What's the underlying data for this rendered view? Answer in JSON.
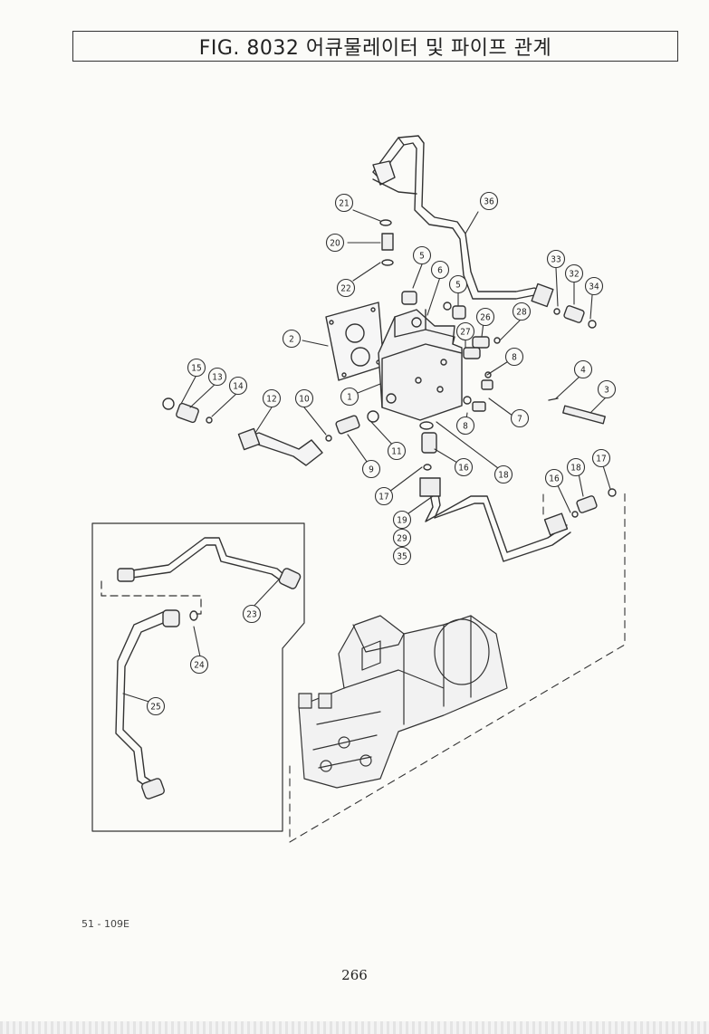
{
  "header": {
    "title": "FIG. 8032 어큐물레이터 및 파이프 관계"
  },
  "callouts": [
    "21",
    "20",
    "22",
    "36",
    "5",
    "6",
    "5",
    "33",
    "32",
    "34",
    "26",
    "28",
    "2",
    "27",
    "8",
    "15",
    "13",
    "14",
    "12",
    "10",
    "1",
    "4",
    "3",
    "8",
    "7",
    "11",
    "9",
    "16",
    "18",
    "17",
    "16",
    "18",
    "17",
    "19",
    "29",
    "35",
    "23",
    "24",
    "25"
  ],
  "footer": {
    "ref_code": "51 - 109E",
    "page_number": "266"
  }
}
